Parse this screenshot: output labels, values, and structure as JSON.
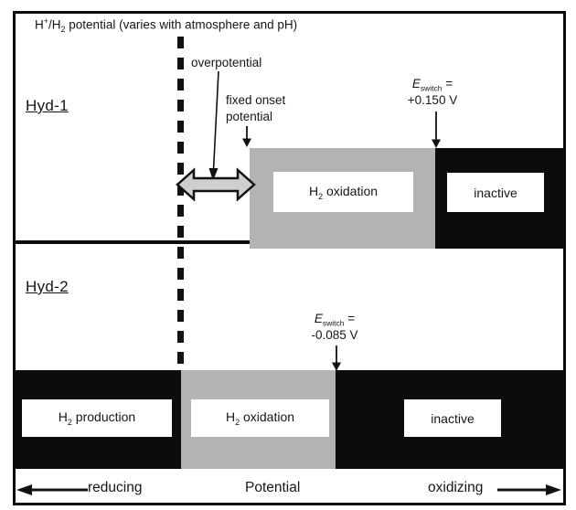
{
  "title": {
    "pre": "H",
    "sup": "+",
    "mid": "/H",
    "sub": "2",
    "post": " potential (varies with atmosphere and pH)"
  },
  "annotations": {
    "overpotential": "overpotential",
    "onset_line1": "fixed onset",
    "onset_line2": "potential"
  },
  "rows": {
    "hyd1": {
      "label": "Hyd-1",
      "eswitch": {
        "e": "E",
        "sub": "switch",
        "eq": " =",
        "value": "+0.150 V"
      },
      "oxidation_box": {
        "pre": "H",
        "sub": "2",
        "post": " oxidation"
      },
      "inactive_box": "inactive"
    },
    "hyd2": {
      "label": "Hyd-2",
      "eswitch": {
        "e": "E",
        "sub": "switch",
        "eq": " =",
        "value": "-0.085 V"
      },
      "production_box": {
        "pre": "H",
        "sub": "2",
        "post": " production"
      },
      "oxidation_box": {
        "pre": "H",
        "sub": "2",
        "post": " oxidation"
      },
      "inactive_box": "inactive"
    }
  },
  "axis": {
    "left": "reducing",
    "center": "Potential",
    "right": "oxidizing"
  },
  "colors": {
    "active_band_gray": "#b3b3b3",
    "inactive_band_black": "#0c0c0c",
    "range_arrow_fill": "#cfcfcf",
    "line_black": "#121212"
  }
}
